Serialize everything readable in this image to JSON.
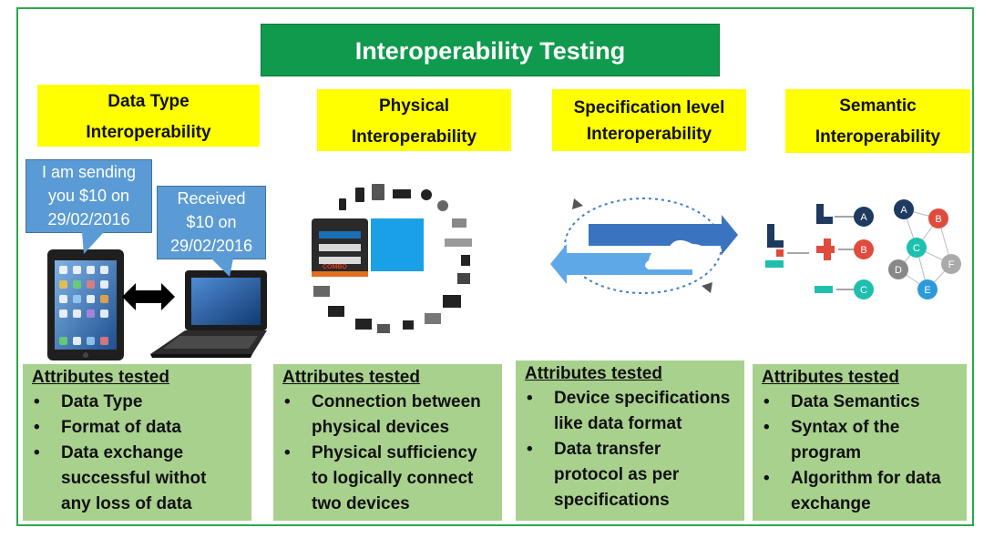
{
  "title": "Interoperability Testing",
  "categories": [
    {
      "line1": "Data Type",
      "line2": "Interoperability"
    },
    {
      "line1": "Physical",
      "line2": "Interoperability"
    },
    {
      "line1": "Specification level",
      "line2": "Interoperability"
    },
    {
      "line1": "Semantic",
      "line2": "Interoperability"
    }
  ],
  "bubbles": {
    "sending": [
      "I am sending",
      "you  $10 on",
      "29/02/2016"
    ],
    "received": [
      "Received",
      "$10 on",
      "29/02/2016"
    ]
  },
  "device_label": "COMBO",
  "semantic_nodes": [
    "A",
    "B",
    "C",
    "A",
    "B",
    "C",
    "D",
    "E",
    "F"
  ],
  "panels": [
    {
      "heading": "Attributes tested",
      "items": [
        [
          "Data Type"
        ],
        [
          "Format of data"
        ],
        [
          "Data exchange",
          "successful withot",
          "any loss of data"
        ]
      ]
    },
    {
      "heading": "Attributes tested",
      "items": [
        [
          "Connection between",
          "physical devices"
        ],
        [
          "Physical sufficiency",
          "to logically connect",
          "two devices"
        ]
      ]
    },
    {
      "heading": "Attributes tested",
      "items": [
        [
          "Device specifications",
          "like data format"
        ],
        [
          "Data transfer",
          "protocol as per",
          "specifications"
        ]
      ]
    },
    {
      "heading": "Attributes tested",
      "items": [
        [
          "Data Semantics"
        ],
        [
          "Syntax of the",
          "program"
        ],
        [
          "Algorithm for data",
          "exchange"
        ]
      ]
    }
  ],
  "colors": {
    "title_bg": "#0f9a4d",
    "category_bg": "#ffff00",
    "panel_bg": "#a9d18e",
    "bubble_bg": "#5b9bd5",
    "frame": "#2aa94c"
  }
}
